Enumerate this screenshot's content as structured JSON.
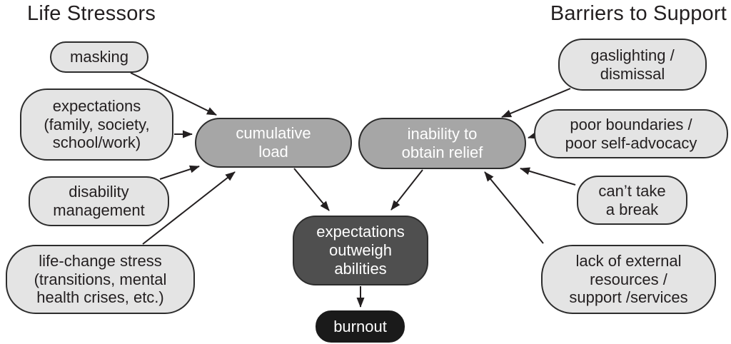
{
  "headings": {
    "left": "Life Stressors",
    "right": "Barriers to Support"
  },
  "nodes": {
    "masking": "masking",
    "expectations": "expectations\n(family, society,\nschool/work)",
    "disability_management": "disability\nmanagement",
    "life_change_stress": "life-change stress\n(transitions, mental\nhealth crises, etc.)",
    "cumulative_load": "cumulative\nload",
    "inability_to_obtain_relief": "inability to\nobtain relief",
    "gaslighting_dismissal": "gaslighting /\ndismissal",
    "poor_boundaries": "poor boundaries /\npoor self-advocacy",
    "cant_take_a_break": "can’t take\na break",
    "lack_of_external_resources": "lack of external\nresources /\nsupport /services",
    "expectations_outweigh_abilities": "expectations\noutweigh\nabilities",
    "burnout": "burnout"
  },
  "edges": [
    {
      "from": "masking",
      "to": "cumulative_load"
    },
    {
      "from": "expectations",
      "to": "cumulative_load"
    },
    {
      "from": "disability_management",
      "to": "cumulative_load"
    },
    {
      "from": "life_change_stress",
      "to": "cumulative_load"
    },
    {
      "from": "gaslighting_dismissal",
      "to": "inability_to_obtain_relief"
    },
    {
      "from": "poor_boundaries",
      "to": "inability_to_obtain_relief"
    },
    {
      "from": "cant_take_a_break",
      "to": "inability_to_obtain_relief"
    },
    {
      "from": "lack_of_external_resources",
      "to": "inability_to_obtain_relief"
    },
    {
      "from": "cumulative_load",
      "to": "expectations_outweigh_abilities"
    },
    {
      "from": "inability_to_obtain_relief",
      "to": "expectations_outweigh_abilities"
    },
    {
      "from": "expectations_outweigh_abilities",
      "to": "burnout"
    }
  ],
  "colors": {
    "light_node_fill": "#e4e4e4",
    "mid_node_fill": "#a6a6a6",
    "dark_node_fill": "#4f4f4f",
    "terminal_node_fill": "#1a1a1a",
    "node_border": "#2d2d2d",
    "text_dark": "#231f20",
    "text_light": "#ffffff",
    "background": "#ffffff"
  }
}
